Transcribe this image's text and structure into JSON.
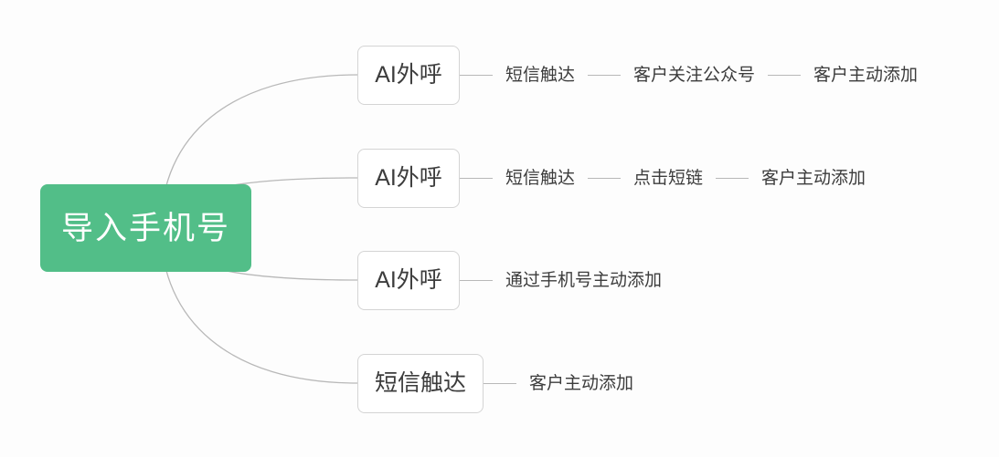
{
  "diagram": {
    "type": "mindmap",
    "title": "导入手机号",
    "colors": {
      "root_fill": "#52be88",
      "root_text": "#ffffff",
      "node_fill": "#ffffff",
      "node_border": "#d4d4d4",
      "node_text": "#3c3c3c",
      "connector": "#b8b8b8",
      "background": "#fdfdfd"
    },
    "root": {
      "label": "导入手机号"
    },
    "branches": [
      {
        "node_label": "AI外呼",
        "chain": [
          "短信触达",
          "客户关注公众号",
          "客户主动添加"
        ]
      },
      {
        "node_label": "AI外呼",
        "chain": [
          "短信触达",
          "点击短链",
          "客户主动添加"
        ]
      },
      {
        "node_label": "AI外呼",
        "chain": [
          "通过手机号主动添加"
        ]
      },
      {
        "node_label": "短信触达",
        "chain": [
          "客户主动添加"
        ]
      }
    ]
  }
}
